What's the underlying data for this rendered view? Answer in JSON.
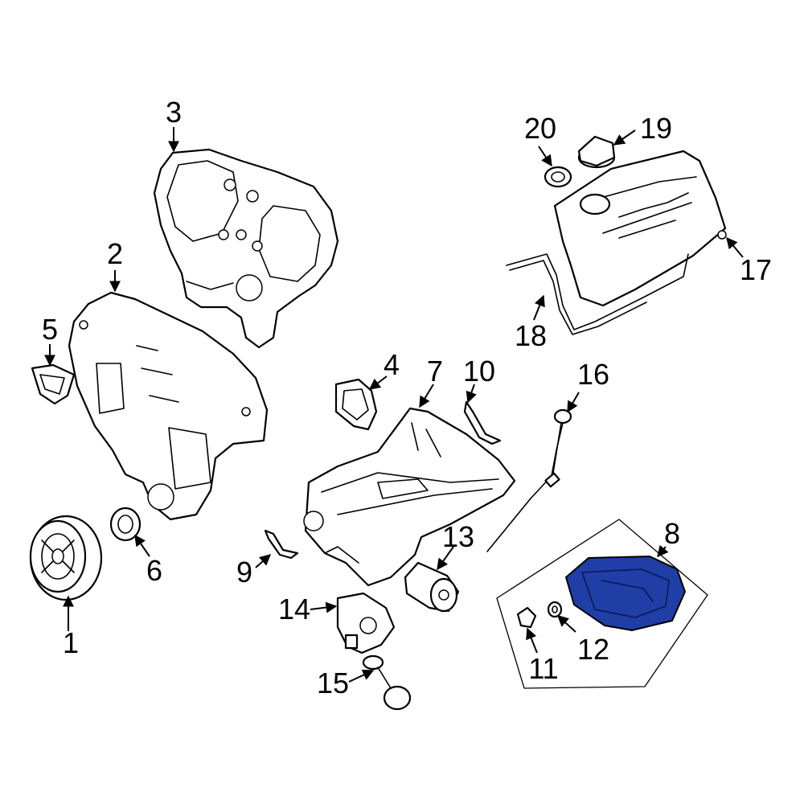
{
  "diagram": {
    "highlight_color": "#1f3ea6",
    "callouts": [
      {
        "id": "1",
        "text": "1"
      },
      {
        "id": "2",
        "text": "2"
      },
      {
        "id": "3",
        "text": "3"
      },
      {
        "id": "4",
        "text": "4"
      },
      {
        "id": "5",
        "text": "5"
      },
      {
        "id": "6",
        "text": "6"
      },
      {
        "id": "7",
        "text": "7"
      },
      {
        "id": "8",
        "text": "8"
      },
      {
        "id": "9",
        "text": "9"
      },
      {
        "id": "10",
        "text": "10"
      },
      {
        "id": "11",
        "text": "11"
      },
      {
        "id": "12",
        "text": "12"
      },
      {
        "id": "13",
        "text": "13"
      },
      {
        "id": "14",
        "text": "14"
      },
      {
        "id": "15",
        "text": "15"
      },
      {
        "id": "16",
        "text": "16"
      },
      {
        "id": "17",
        "text": "17"
      },
      {
        "id": "18",
        "text": "18"
      },
      {
        "id": "19",
        "text": "19"
      },
      {
        "id": "20",
        "text": "20"
      }
    ]
  }
}
